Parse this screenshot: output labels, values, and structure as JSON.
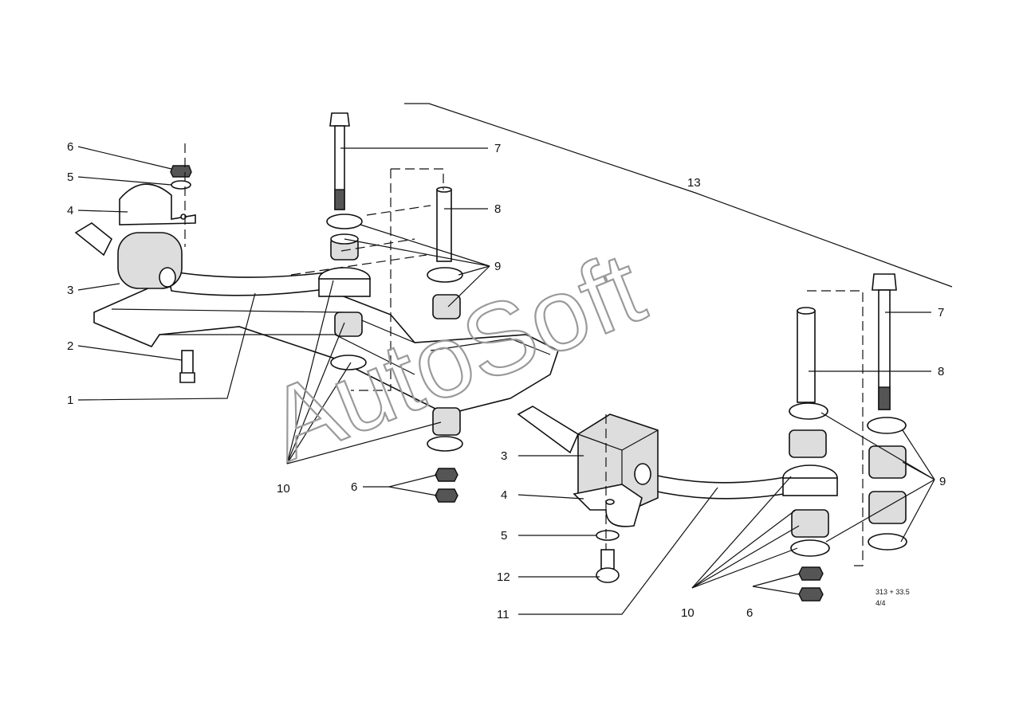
{
  "watermark": "AutoSoft",
  "reference": {
    "line1": "313 + 33.5",
    "line2": "4/4"
  },
  "callouts": [
    {
      "key": "l6a",
      "text": "6"
    },
    {
      "key": "l5a",
      "text": "5"
    },
    {
      "key": "l4a",
      "text": "4"
    },
    {
      "key": "l3a",
      "text": "3"
    },
    {
      "key": "l2",
      "text": "2"
    },
    {
      "key": "l1",
      "text": "1"
    },
    {
      "key": "l7a",
      "text": "7"
    },
    {
      "key": "l8a",
      "text": "8"
    },
    {
      "key": "l9a",
      "text": "9"
    },
    {
      "key": "l10a",
      "text": "10"
    },
    {
      "key": "l6b",
      "text": "6"
    },
    {
      "key": "l13",
      "text": "13"
    },
    {
      "key": "l7b",
      "text": "7"
    },
    {
      "key": "l8b",
      "text": "8"
    },
    {
      "key": "l9b",
      "text": "9"
    },
    {
      "key": "l3b",
      "text": "3"
    },
    {
      "key": "l4b",
      "text": "4"
    },
    {
      "key": "l5b",
      "text": "5"
    },
    {
      "key": "l12",
      "text": "12"
    },
    {
      "key": "l11",
      "text": "11"
    },
    {
      "key": "l10b",
      "text": "10"
    },
    {
      "key": "l6c",
      "text": "6"
    }
  ]
}
